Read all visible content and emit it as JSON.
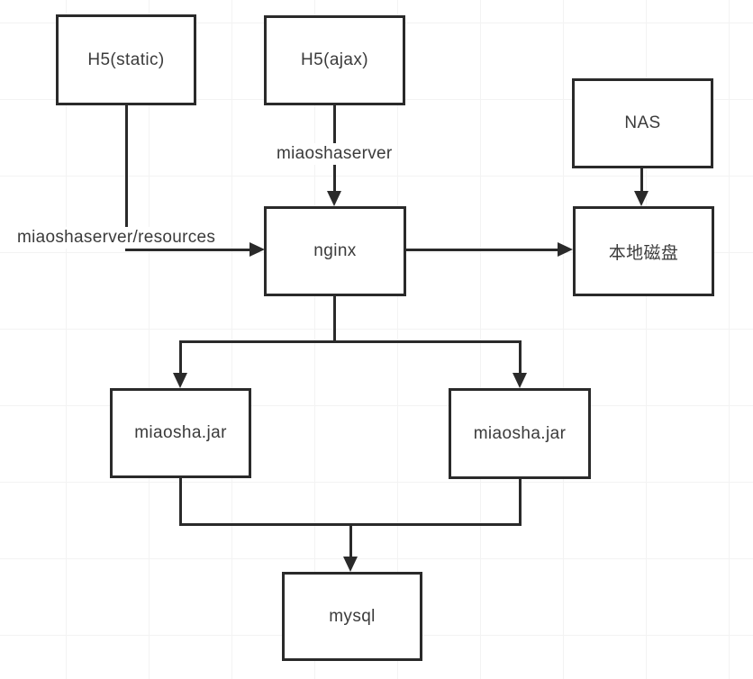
{
  "diagram": {
    "nodes": {
      "h5_static": {
        "label": "H5(static)"
      },
      "h5_ajax": {
        "label": "H5(ajax)"
      },
      "nas": {
        "label": "NAS"
      },
      "nginx": {
        "label": "nginx"
      },
      "local_disk": {
        "label": "本地磁盘"
      },
      "miaosha_jar_left": {
        "label": "miaosha.jar"
      },
      "miaosha_jar_right": {
        "label": "miaosha.jar"
      },
      "mysql": {
        "label": "mysql"
      }
    },
    "edge_labels": {
      "static_to_nginx": "miaoshaserver/resources",
      "ajax_to_nginx": "miaoshaserver"
    },
    "edges": [
      {
        "from": "H5(static)",
        "to": "nginx",
        "label": "miaoshaserver/resources"
      },
      {
        "from": "H5(ajax)",
        "to": "nginx",
        "label": "miaoshaserver"
      },
      {
        "from": "NAS",
        "to": "本地磁盘",
        "label": ""
      },
      {
        "from": "nginx",
        "to": "本地磁盘",
        "label": ""
      },
      {
        "from": "nginx",
        "to": "miaosha.jar (left)",
        "label": ""
      },
      {
        "from": "nginx",
        "to": "miaosha.jar (right)",
        "label": ""
      },
      {
        "from": "miaosha.jar (left)",
        "to": "mysql",
        "label": ""
      },
      {
        "from": "miaosha.jar (right)",
        "to": "mysql",
        "label": ""
      }
    ],
    "colors": {
      "line": "#2a2a2a",
      "text": "#3b3b3b",
      "grid": "#f3f3f3",
      "background": "#ffffff"
    }
  }
}
